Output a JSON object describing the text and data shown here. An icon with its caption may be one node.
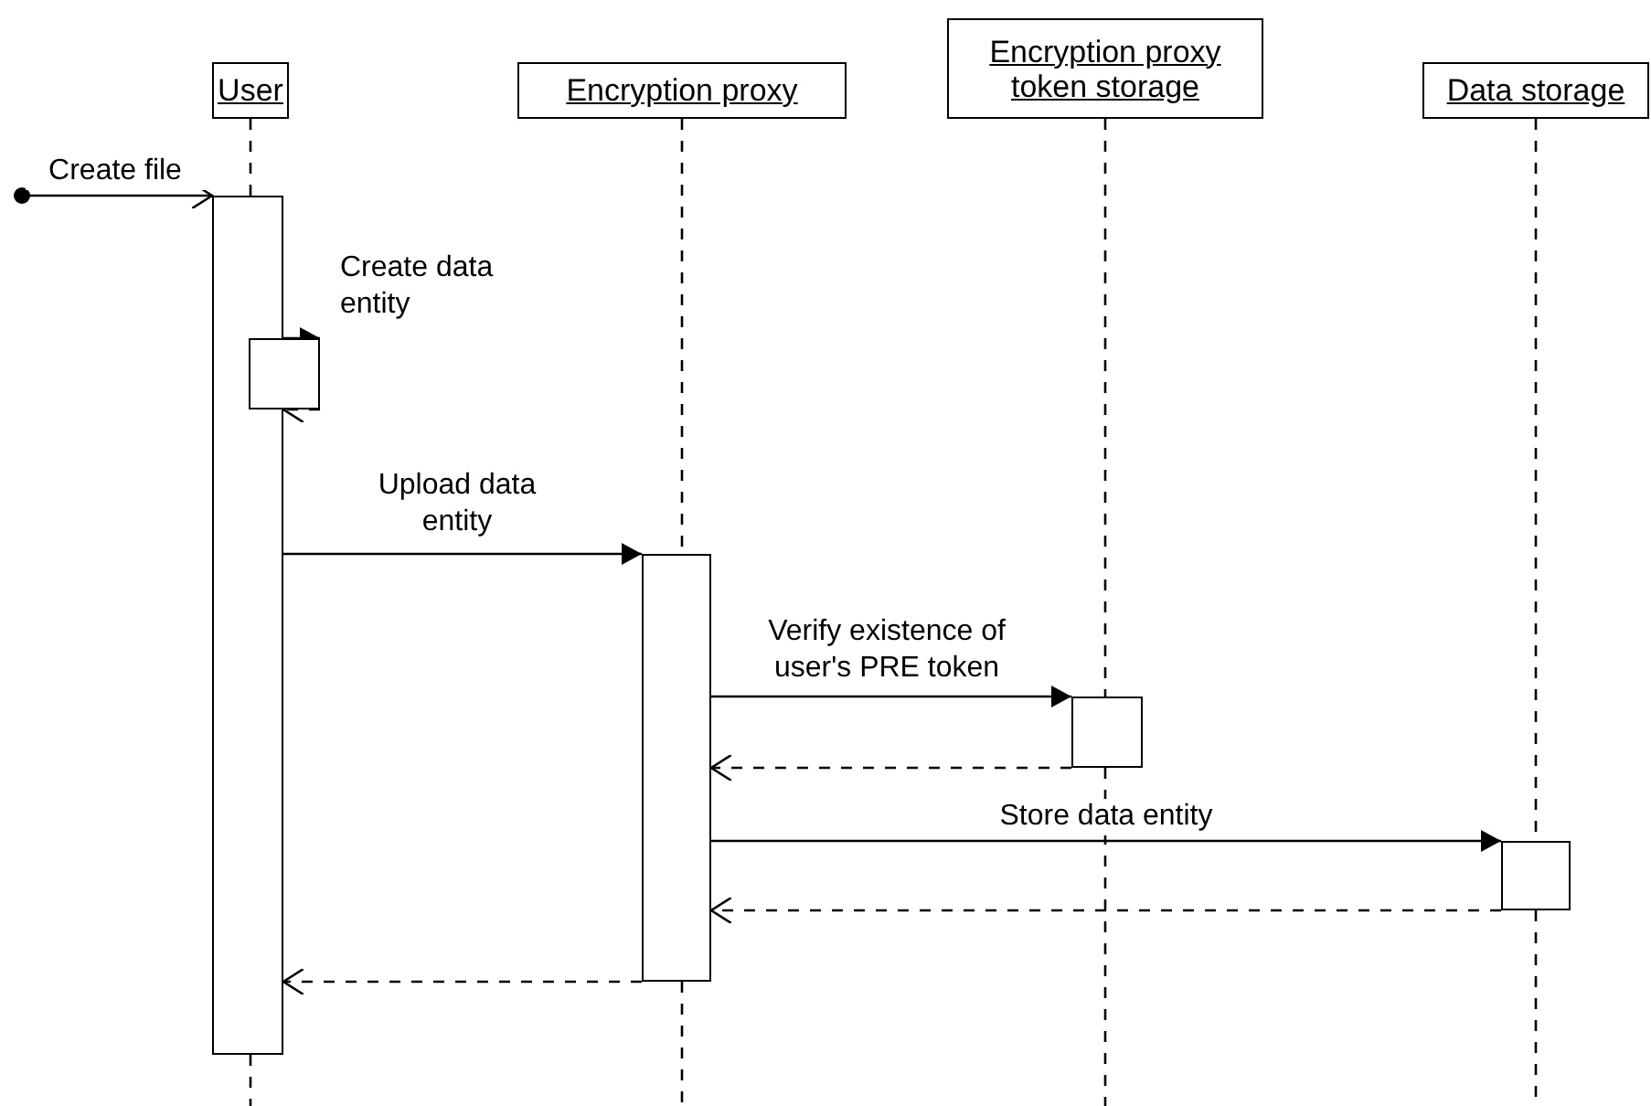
{
  "diagram": {
    "nodes": [
      {
        "text": [
          "User"
        ]
      },
      {
        "text": [
          "Encryption proxy"
        ]
      },
      {
        "text": [
          "Encryption proxy token storage"
        ]
      },
      {
        "text": [
          "Data storage"
        ]
      },
      {
        "text": [],
        "shape": "box"
      },
      {
        "text": [],
        "shape": "box"
      },
      {
        "text": [],
        "shape": "box"
      },
      {
        "text": [],
        "shape": "box"
      },
      {
        "text": [],
        "shape": "box"
      }
    ],
    "edges": [
      {
        "from": null,
        "to": 4,
        "arrow": "to",
        "label": "Create file"
      },
      {
        "from": 4,
        "to": 5,
        "arrow": "to",
        "label": "Create data entity"
      },
      {
        "from": 5,
        "to": 4,
        "arrow": "to",
        "style": "dashed"
      },
      {
        "from": 4,
        "to": 6,
        "arrow": "to",
        "label": "Upload data entity"
      },
      {
        "from": 6,
        "to": 7,
        "arrow": "to",
        "label": "Verify existence of user's PRE token"
      },
      {
        "from": 7,
        "to": 6,
        "arrow": "to",
        "style": "dashed"
      },
      {
        "from": 6,
        "to": 8,
        "arrow": "to",
        "label": "Store data entity"
      },
      {
        "from": 8,
        "to": 6,
        "arrow": "to",
        "style": "dashed"
      },
      {
        "from": 6,
        "to": 4,
        "arrow": "to",
        "style": "dashed"
      },
      {
        "from": 0,
        "to": 4,
        "arrow": "none",
        "style": "dashed"
      },
      {
        "from": 1,
        "to": 6,
        "arrow": "none",
        "style": "dashed"
      },
      {
        "from": 2,
        "to": 7,
        "arrow": "none",
        "style": "dashed"
      },
      {
        "from": 3,
        "to": 8,
        "arrow": "none",
        "style": "dashed"
      }
    ]
  }
}
